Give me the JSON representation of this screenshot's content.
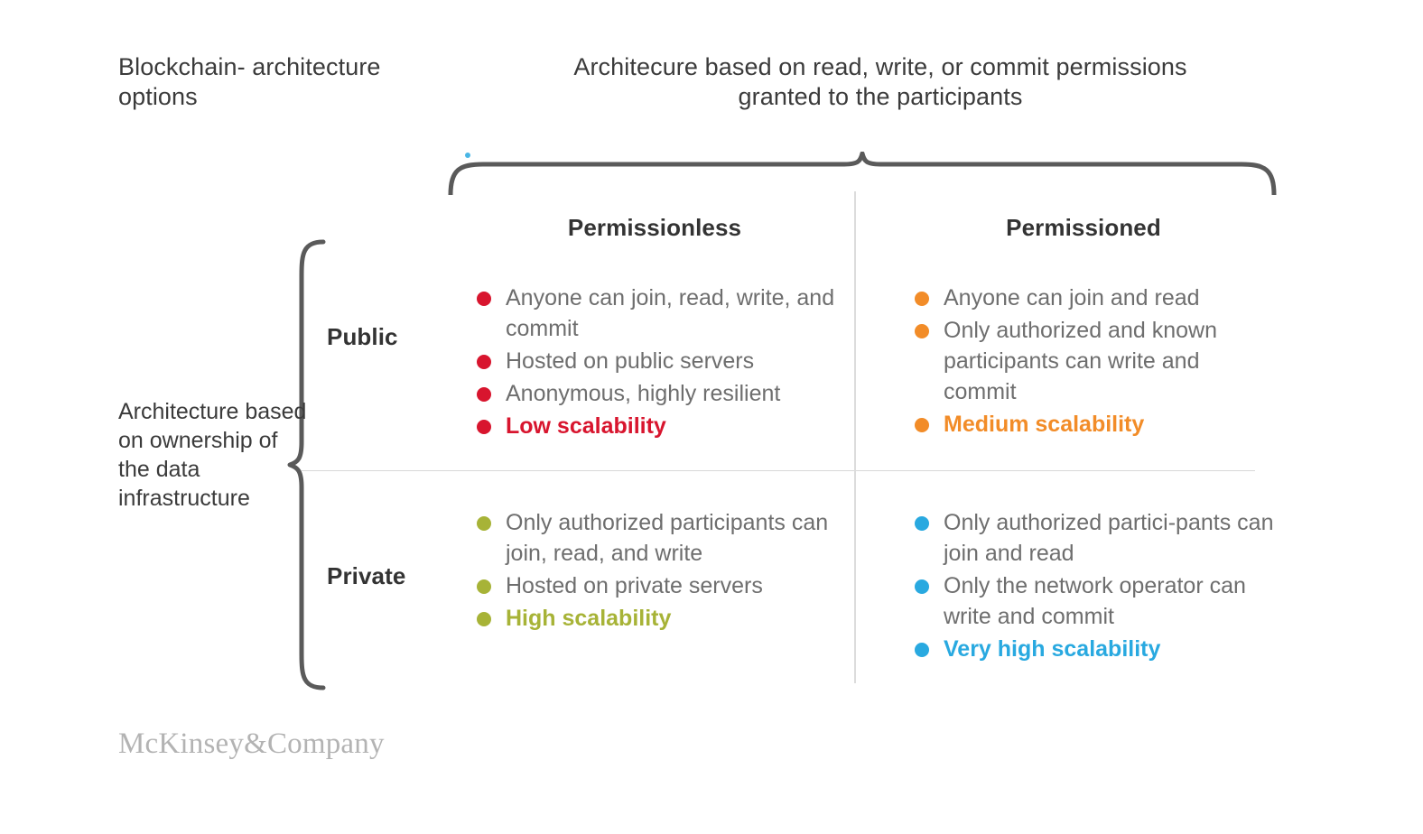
{
  "header": {
    "title_left": "Blockchain-\narchitecture options",
    "title_center": "Architecure based on read, write, or commit permissions granted to the participants"
  },
  "row_group": {
    "label": "Architecture based on ownership of the data infrastructure"
  },
  "columns": [
    {
      "id": "permissionless",
      "label": "Permissionless"
    },
    {
      "id": "permissioned",
      "label": "Permissioned"
    }
  ],
  "rows": [
    {
      "id": "public",
      "label": "Public"
    },
    {
      "id": "private",
      "label": "Private"
    }
  ],
  "colors": {
    "red": "#d8152e",
    "orange": "#f28c28",
    "green": "#a7b337",
    "blue": "#29a9e0",
    "body_text": "#6e6e6e",
    "heading_text": "#333333",
    "divider": "#d8d8d8",
    "brace": "#5a5a5a",
    "logo": "#b3b3b3"
  },
  "cells": {
    "public_permissionless": {
      "color": "#d8152e",
      "bullets": [
        {
          "text": "Anyone can join, read, write, and commit",
          "highlight": false
        },
        {
          "text": "Hosted on public servers",
          "highlight": false
        },
        {
          "text": "Anonymous, highly resilient",
          "highlight": false
        },
        {
          "text": "Low scalability",
          "highlight": true
        }
      ]
    },
    "public_permissioned": {
      "color": "#f28c28",
      "bullets": [
        {
          "text": "Anyone can join and read",
          "highlight": false
        },
        {
          "text": "Only authorized and known participants can write and commit",
          "highlight": false
        },
        {
          "text": "Medium scalability",
          "highlight": true
        }
      ]
    },
    "private_permissionless": {
      "color": "#a7b337",
      "bullets": [
        {
          "text": "Only authorized participants can join, read, and write",
          "highlight": false
        },
        {
          "text": "Hosted on private servers",
          "highlight": false
        },
        {
          "text": "High scalability",
          "highlight": true
        }
      ]
    },
    "private_permissioned": {
      "color": "#29a9e0",
      "bullets": [
        {
          "text": "Only authorized partici-pants can join and read",
          "highlight": false
        },
        {
          "text": "Only the network operator can write and commit",
          "highlight": false
        },
        {
          "text": "Very high scalability",
          "highlight": true
        }
      ]
    }
  },
  "footer": {
    "logo_text": "McKinsey&Company"
  }
}
